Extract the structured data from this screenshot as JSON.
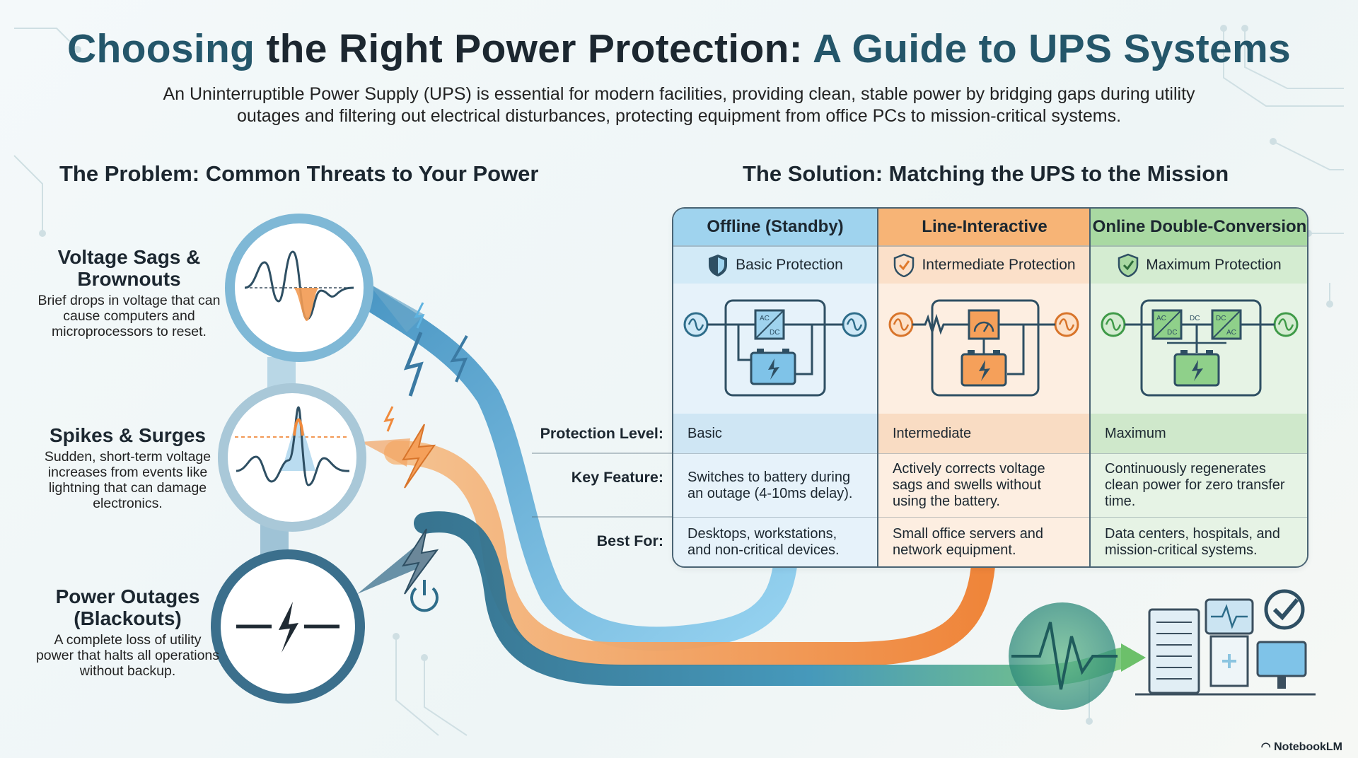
{
  "title": {
    "part1": "Choosing ",
    "part2": "the Right Power Protection:",
    "part3": " A Guide to UPS Systems"
  },
  "intro": "An Uninterruptible Power Supply (UPS) is essential for modern facilities, providing clean, stable power by bridging gaps during utility outages and filtering out electrical disturbances, protecting equipment from office PCs to mission-critical systems.",
  "problem": {
    "heading": "The Problem: Common Threats to Your Power",
    "threats": [
      {
        "title": "Voltage Sags & Brownouts",
        "desc": "Brief drops in voltage that can cause computers and microprocessors to reset."
      },
      {
        "title": "Spikes & Surges",
        "desc": "Sudden, short-term voltage increases from events like lightning that can damage electronics."
      },
      {
        "title": "Power Outages (Blackouts)",
        "desc": "A complete loss of utility power that halts all operations without backup."
      }
    ]
  },
  "solution": {
    "heading": "The Solution: Matching the UPS to the Mission",
    "row_labels": {
      "protection": "Protection Level:",
      "feature": "Key Feature:",
      "best": "Best For:"
    },
    "columns": [
      {
        "name": "Offline (Standby)",
        "badge": "Basic Protection",
        "protection": "Basic",
        "feature": "Switches to battery during an outage (4-10ms delay).",
        "best": "Desktops, workstations, and non-critical devices.",
        "diagram_labels": [
          "AC",
          "DC"
        ]
      },
      {
        "name": "Line-Interactive",
        "badge": "Intermediate Protection",
        "protection": "Intermediate",
        "feature": "Actively corrects voltage sags and swells without using the battery.",
        "best": "Small office servers and network equipment."
      },
      {
        "name": "Online Double-Conversion",
        "badge": "Maximum Protection",
        "protection": "Maximum",
        "feature": "Continuously regenerates clean power for zero transfer time.",
        "best": "Data centers, hospitals, and mission-critical systems.",
        "diagram_labels": [
          "AC",
          "DC",
          "DC",
          "DC",
          "AC"
        ]
      }
    ]
  },
  "colors": {
    "offline": "#5fb3e0",
    "line_interactive": "#f08a3c",
    "online": "#6cc06a",
    "outline": "#4a6474",
    "teal": "#24566a"
  },
  "icons": [
    "shield-icon",
    "lightning-icon",
    "power-icon",
    "battery-icon",
    "ac-source-icon",
    "checkmark-icon",
    "server-icon",
    "monitor-icon"
  ],
  "brand": "NotebookLM"
}
